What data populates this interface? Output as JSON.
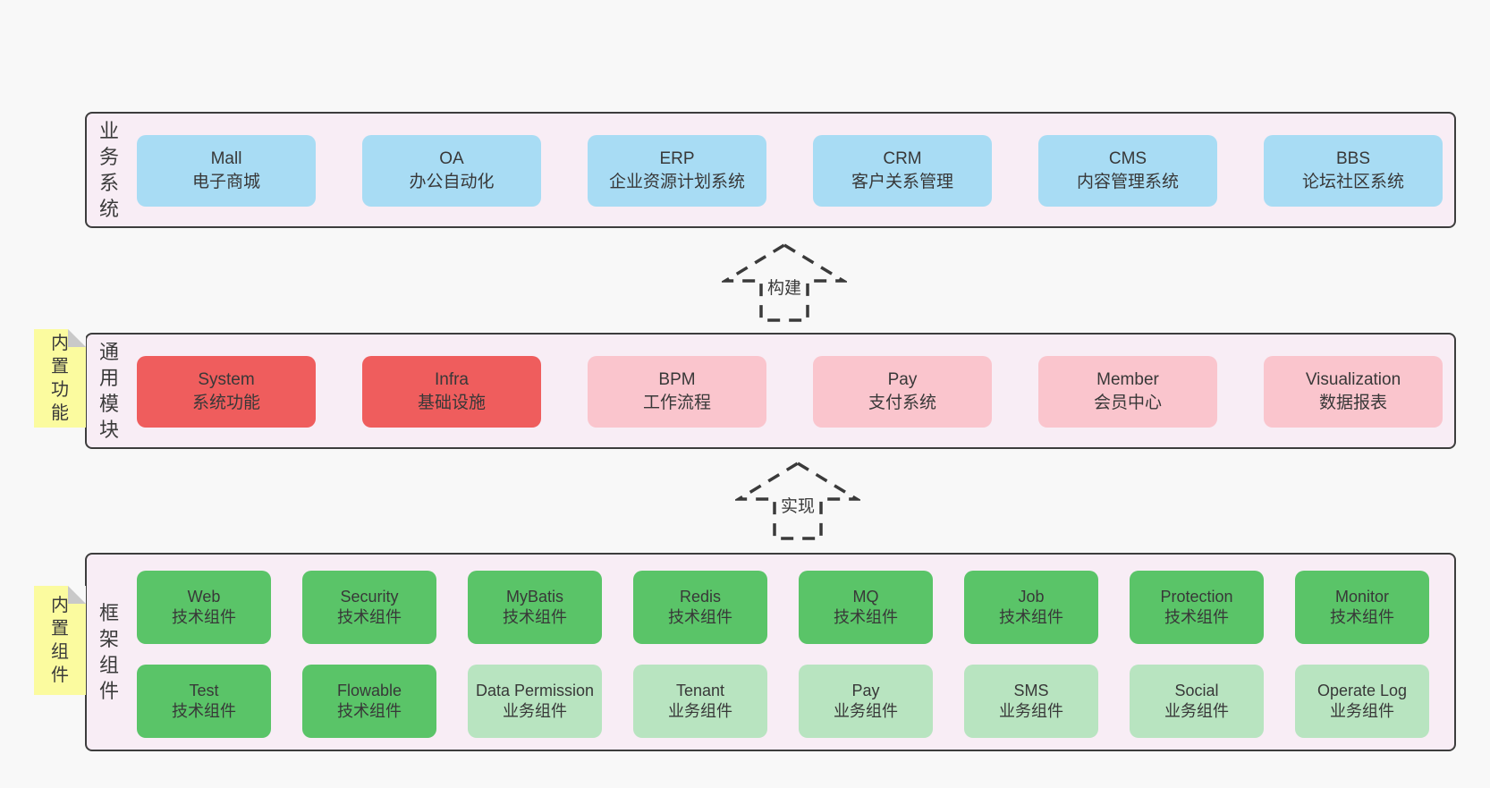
{
  "colors": {
    "page_bg": "#f8f8f8",
    "band_bg": "#f8edf5",
    "band_border": "#3d3d3d",
    "blue_box": "#a8dcf4",
    "red_box": "#ef5d5d",
    "pink_box": "#fac5cd",
    "green_box": "#5ac468",
    "light_green_box": "#b8e4c0",
    "sticky_note": "#fbfb9f",
    "text": "#3a3a3a"
  },
  "arrows": [
    {
      "label": "构建"
    },
    {
      "label": "实现"
    }
  ],
  "bands": [
    {
      "label": "业务系统",
      "boxes": [
        {
          "title": "Mall",
          "subtitle": "电子商城",
          "variant": "blue"
        },
        {
          "title": "OA",
          "subtitle": "办公自动化",
          "variant": "blue"
        },
        {
          "title": "ERP",
          "subtitle": "企业资源计划系统",
          "variant": "blue"
        },
        {
          "title": "CRM",
          "subtitle": "客户关系管理",
          "variant": "blue"
        },
        {
          "title": "CMS",
          "subtitle": "内容管理系统",
          "variant": "blue"
        },
        {
          "title": "BBS",
          "subtitle": "论坛社区系统",
          "variant": "blue"
        }
      ]
    },
    {
      "label": "通用模块",
      "sticky_note": "内置功能",
      "boxes": [
        {
          "title": "System",
          "subtitle": "系统功能",
          "variant": "red"
        },
        {
          "title": "Infra",
          "subtitle": "基础设施",
          "variant": "red"
        },
        {
          "title": "BPM",
          "subtitle": "工作流程",
          "variant": "pink"
        },
        {
          "title": "Pay",
          "subtitle": "支付系统",
          "variant": "pink"
        },
        {
          "title": "Member",
          "subtitle": "会员中心",
          "variant": "pink"
        },
        {
          "title": "Visualization",
          "subtitle": "数据报表",
          "variant": "pink"
        }
      ]
    },
    {
      "label": "框架组件",
      "sticky_note": "内置组件",
      "rows": [
        [
          {
            "title": "Web",
            "subtitle": "技术组件",
            "variant": "green"
          },
          {
            "title": "Security",
            "subtitle": "技术组件",
            "variant": "green"
          },
          {
            "title": "MyBatis",
            "subtitle": "技术组件",
            "variant": "green"
          },
          {
            "title": "Redis",
            "subtitle": "技术组件",
            "variant": "green"
          },
          {
            "title": "MQ",
            "subtitle": "技术组件",
            "variant": "green"
          },
          {
            "title": "Job",
            "subtitle": "技术组件",
            "variant": "green"
          },
          {
            "title": "Protection",
            "subtitle": "技术组件",
            "variant": "green"
          },
          {
            "title": "Monitor",
            "subtitle": "技术组件",
            "variant": "green"
          }
        ],
        [
          {
            "title": "Test",
            "subtitle": "技术组件",
            "variant": "green"
          },
          {
            "title": "Flowable",
            "subtitle": "技术组件",
            "variant": "green"
          },
          {
            "title": "Data Permission",
            "subtitle": "业务组件",
            "variant": "lightgreen"
          },
          {
            "title": "Tenant",
            "subtitle": "业务组件",
            "variant": "lightgreen"
          },
          {
            "title": "Pay",
            "subtitle": "业务组件",
            "variant": "lightgreen"
          },
          {
            "title": "SMS",
            "subtitle": "业务组件",
            "variant": "lightgreen"
          },
          {
            "title": "Social",
            "subtitle": "业务组件",
            "variant": "lightgreen"
          },
          {
            "title": "Operate Log",
            "subtitle": "业务组件",
            "variant": "lightgreen"
          }
        ]
      ]
    }
  ]
}
